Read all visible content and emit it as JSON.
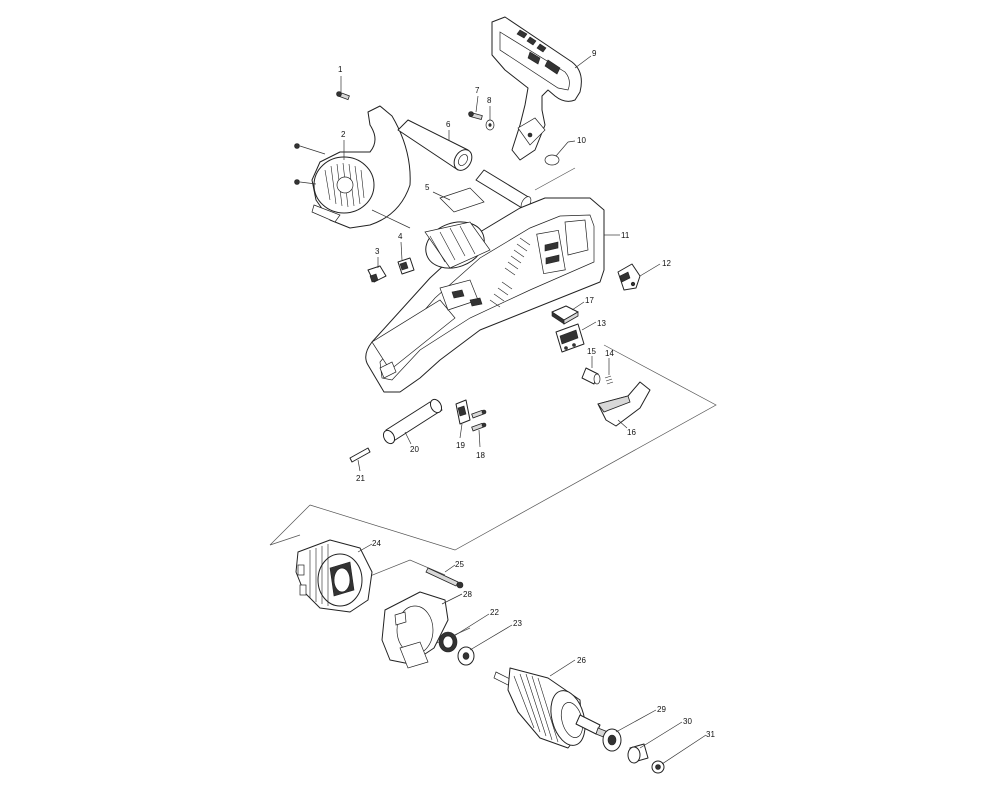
{
  "diagram": {
    "parts": [
      {
        "id": "part-1",
        "label": "1"
      },
      {
        "id": "part-2",
        "label": "2"
      },
      {
        "id": "part-3",
        "label": "3"
      },
      {
        "id": "part-4",
        "label": "4"
      },
      {
        "id": "part-5",
        "label": "5"
      },
      {
        "id": "part-6",
        "label": "6"
      },
      {
        "id": "part-7",
        "label": "7"
      },
      {
        "id": "part-8",
        "label": "8"
      },
      {
        "id": "part-9",
        "label": "9"
      },
      {
        "id": "part-10",
        "label": "10"
      },
      {
        "id": "part-11",
        "label": "11"
      },
      {
        "id": "part-12",
        "label": "12"
      },
      {
        "id": "part-13",
        "label": "13"
      },
      {
        "id": "part-14",
        "label": "14"
      },
      {
        "id": "part-15",
        "label": "15"
      },
      {
        "id": "part-16",
        "label": "16"
      },
      {
        "id": "part-17",
        "label": "17"
      },
      {
        "id": "part-18",
        "label": "18"
      },
      {
        "id": "part-19",
        "label": "19"
      },
      {
        "id": "part-20",
        "label": "20"
      },
      {
        "id": "part-21",
        "label": "21"
      },
      {
        "id": "part-22",
        "label": "22"
      },
      {
        "id": "part-23",
        "label": "23"
      },
      {
        "id": "part-24",
        "label": "24"
      },
      {
        "id": "part-25",
        "label": "25"
      },
      {
        "id": "part-26",
        "label": "26"
      },
      {
        "id": "part-28",
        "label": "28"
      },
      {
        "id": "part-29",
        "label": "29"
      },
      {
        "id": "part-30",
        "label": "30"
      },
      {
        "id": "part-31",
        "label": "31"
      }
    ]
  }
}
